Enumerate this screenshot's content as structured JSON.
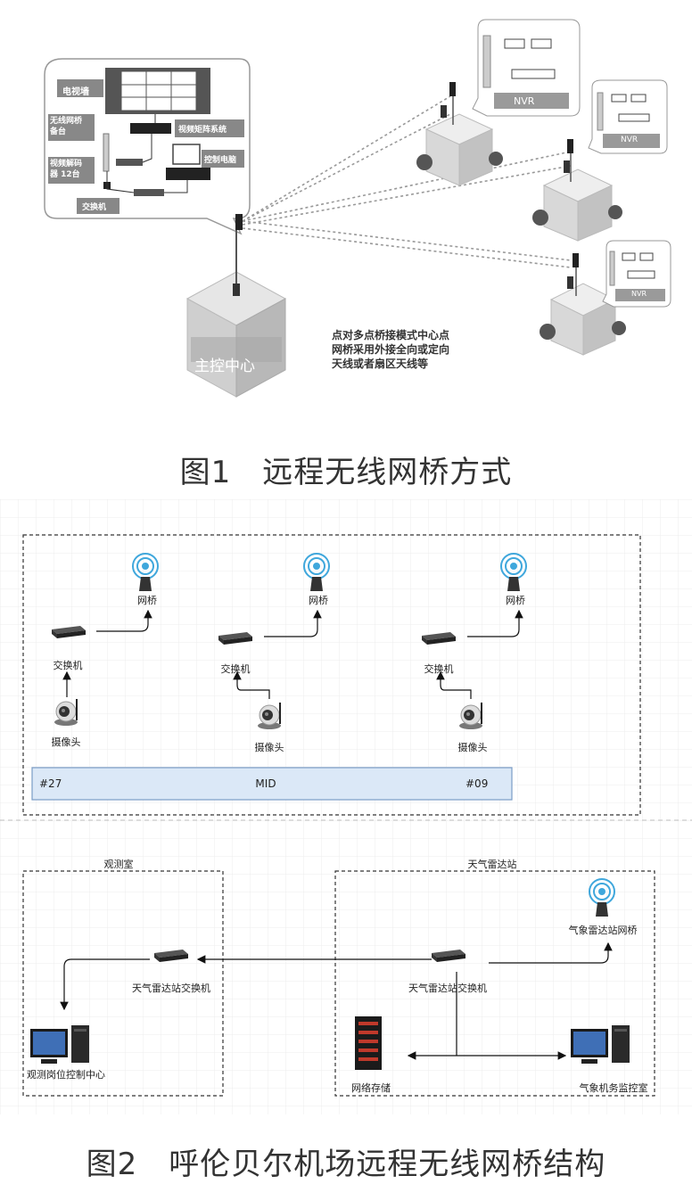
{
  "figure1": {
    "caption": "图1　远程无线网桥方式",
    "callout_labels": {
      "tv_wall": "电视墙",
      "matrix": "视频矩阵系统",
      "wireless_bridge_left": "无线网桥\n备台",
      "ctrl_pc": "控制电脑",
      "decoder": "视频解码\n器 12台",
      "switch": "交换机"
    },
    "nvr_label": "NVR",
    "center_label": "主控中心",
    "note": "点对多点桥接模式中心点\n网桥采用外接全向或定向\n天线或者扇区天线等"
  },
  "figure2": {
    "caption": "图2　呼伦贝尔机场远程无线网桥结构",
    "top_group": {
      "units": [
        {
          "bridge": "网桥",
          "switch": "交换机",
          "camera": "摄像头"
        },
        {
          "bridge": "网桥",
          "switch": "交换机",
          "camera": "摄像头"
        },
        {
          "bridge": "网桥",
          "switch": "交换机",
          "camera": "摄像头"
        }
      ],
      "runway_labels": [
        "#27",
        "MID",
        "#09"
      ]
    },
    "observation_room": {
      "title": "观测室",
      "switch": "天气雷达站交换机",
      "pc": "观测岗位控制中心"
    },
    "radar_station": {
      "title": "天气雷达站",
      "bridge": "气象雷达站网桥",
      "switch": "天气雷达站交换机",
      "storage": "网络存储",
      "pc": "气象机务监控室"
    }
  },
  "colors": {
    "runway_fill": "#dbe8f7",
    "runway_stroke": "#7a9cc6",
    "bridge_blue": "#3fa7dc",
    "grid": "#ececec"
  }
}
